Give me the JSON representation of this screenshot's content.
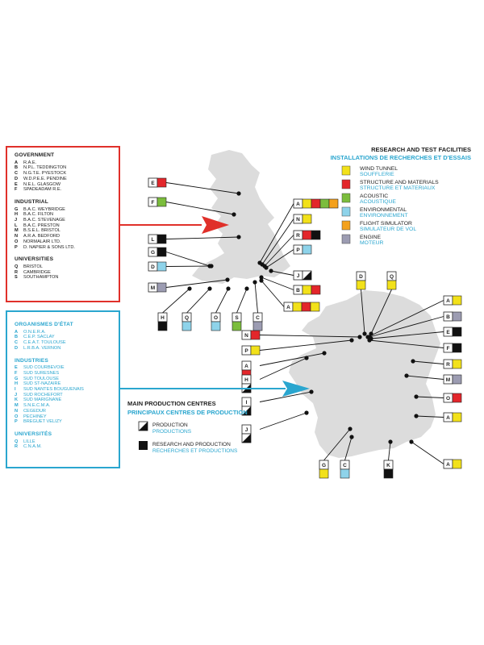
{
  "colors": {
    "wind_tunnel": "#f2e11a",
    "structure": "#e3262b",
    "acoustic": "#7bbd3c",
    "environmental": "#8ed3ea",
    "flight_sim": "#f4a11c",
    "engine": "#9c9cb2",
    "british_frame": "#e0302a",
    "french_frame": "#2aa6cf",
    "map": "#dcdcdc"
  },
  "facilities": {
    "title": "RESEARCH AND TEST FACILITIES",
    "title_fr": "INSTALLATIONS DE RECHERCHES ET D'ESSAIS",
    "items": [
      {
        "en": "WIND TUNNEL",
        "fr": "SOUFFLERIE",
        "color": "#f2e11a"
      },
      {
        "en": "STRUCTURE AND MATERIALS",
        "fr": "STRUCTURE ET MATERIAUX",
        "color": "#e3262b"
      },
      {
        "en": "ACOUSTIC",
        "fr": "ACOUSTIQUE",
        "color": "#7bbd3c"
      },
      {
        "en": "ENVIRONMENTAL",
        "fr": "ENVIRONNEMENT",
        "color": "#8ed3ea"
      },
      {
        "en": "FLIGHT SIMULATOR",
        "fr": "SIMULATEUR DE VOL",
        "color": "#f4a11c"
      },
      {
        "en": "ENGINE",
        "fr": "MOTEUR",
        "color": "#9c9cb2"
      }
    ]
  },
  "production": {
    "title": "MAIN PRODUCTION CENTRES",
    "title_fr": "PRINCIPAUX CENTRES DE PRODUCTION",
    "items": [
      {
        "en": "PRODUCTION",
        "fr": "PRODUCTIONS",
        "style": "half"
      },
      {
        "en": "RESEARCH AND PRODUCTION",
        "fr": "RECHERCHES ET PRODUCTIONS",
        "style": "black"
      }
    ]
  },
  "british_panel": {
    "groups": [
      {
        "heading": "GOVERNMENT",
        "rows": [
          {
            "k": "A",
            "v": "R.A.E."
          },
          {
            "k": "B",
            "v": "N.P.L. TEDDINGTON"
          },
          {
            "k": "C",
            "v": "N.G.T.E. PYESTOCK"
          },
          {
            "k": "D",
            "v": "W.D.P.E.E. PENDINE"
          },
          {
            "k": "E",
            "v": "N.E.L. GLASGOW"
          },
          {
            "k": "F",
            "v": "SPADEADAM R.E."
          }
        ]
      },
      {
        "heading": "INDUSTRIAL",
        "rows": [
          {
            "k": "G",
            "v": "B.A.C. WEYBRIDGE"
          },
          {
            "k": "H",
            "v": "B.A.C. FILTON"
          },
          {
            "k": "J",
            "v": "B.A.C. STEVENAGE"
          },
          {
            "k": "L",
            "v": "B.A.C. PRESTON"
          },
          {
            "k": "M",
            "v": "B.S.E.L. BRISTOL"
          },
          {
            "k": "N",
            "v": "A.R.A. BEDFORD"
          },
          {
            "k": "O",
            "v": "NORMALAIR LTD."
          },
          {
            "k": "P",
            "v": "D. NAPIER & SONS LTD."
          }
        ]
      },
      {
        "heading": "UNIVERSITIES",
        "rows": [
          {
            "k": "Q",
            "v": "BRISTOL"
          },
          {
            "k": "R",
            "v": "CAMBRIDGE"
          },
          {
            "k": "S",
            "v": "SOUTHAMPTON"
          }
        ]
      }
    ]
  },
  "french_panel": {
    "groups": [
      {
        "heading": "ORGANISMES D'ÉTAT",
        "rows": [
          {
            "k": "A",
            "v": "O.N.E.R.A."
          },
          {
            "k": "B",
            "v": "C.E.P. SACLAY"
          },
          {
            "k": "C",
            "v": "C.E.A.T. TOULOUSE"
          },
          {
            "k": "D",
            "v": "L.R.B.A. VERNON"
          }
        ]
      },
      {
        "heading": "INDUSTRIES",
        "rows": [
          {
            "k": "E",
            "v": "SUD COURBEVOIE"
          },
          {
            "k": "F",
            "v": "SUD SURESNES"
          },
          {
            "k": "G",
            "v": "SUD TOULOUSE"
          },
          {
            "k": "H",
            "v": "SUD ST-NAZAIRE"
          },
          {
            "k": "I",
            "v": "SUD NANTES BOUGUENAIS"
          },
          {
            "k": "J",
            "v": "SUD ROCHEFORT"
          },
          {
            "k": "K",
            "v": "SUD MARIGNANE"
          },
          {
            "k": "M",
            "v": "S.N.E.C.M.A."
          },
          {
            "k": "N",
            "v": "CEGEDUR"
          },
          {
            "k": "O",
            "v": "PECHINEY"
          },
          {
            "k": "P",
            "v": "BREGUET VELIZY"
          }
        ]
      },
      {
        "heading": "UNIVERSITÉS",
        "rows": [
          {
            "k": "Q",
            "v": "LILLE"
          },
          {
            "k": "R",
            "v": "C.N.A.M."
          }
        ]
      }
    ]
  },
  "uk_sites": [
    {
      "label": "E",
      "fill": [
        "#e3262b"
      ]
    },
    {
      "label": "F",
      "fill": [
        "#7bbd3c"
      ]
    },
    {
      "label": "L",
      "fill": [
        "black"
      ]
    },
    {
      "label": "G",
      "fill": [
        "black"
      ]
    },
    {
      "label": "D",
      "fill": [
        "#8ed3ea"
      ]
    },
    {
      "label": "M",
      "fill": [
        "#9c9cb2"
      ]
    },
    {
      "label": "A",
      "fill": [
        "#f2e11a",
        "#e3262b",
        "#7bbd3c",
        "#f4a11c"
      ]
    },
    {
      "label": "N",
      "fill": [
        "#f2e11a"
      ]
    },
    {
      "label": "R",
      "fill": [
        "#e3262b",
        "black"
      ]
    },
    {
      "label": "P",
      "fill": [
        "#8ed3ea"
      ]
    },
    {
      "label": "J",
      "fill": [
        "half"
      ]
    },
    {
      "label": "B",
      "fill": [
        "#f2e11a",
        "#e3262b"
      ]
    },
    {
      "label": "A",
      "fill": [
        "#f2e11a",
        "#e3262b",
        "#f2e11a"
      ]
    },
    {
      "label": "H",
      "fill": [
        "black"
      ]
    },
    {
      "label": "Q",
      "fill": [
        "#8ed3ea"
      ]
    },
    {
      "label": "O",
      "fill": [
        "#8ed3ea"
      ]
    },
    {
      "label": "S",
      "fill": [
        "#7bbd3c"
      ]
    },
    {
      "label": "C",
      "fill": [
        "#9c9cb2"
      ]
    }
  ],
  "fr_sites": [
    {
      "label": "D",
      "fill": [
        "#f2e11a"
      ]
    },
    {
      "label": "Q",
      "fill": [
        "#f2e11a"
      ]
    },
    {
      "label": "A",
      "fill": [
        "#f2e11a"
      ]
    },
    {
      "label": "B",
      "fill": [
        "#9c9cb2"
      ]
    },
    {
      "label": "E",
      "fill": [
        "black"
      ]
    },
    {
      "label": "F",
      "fill": [
        "black"
      ]
    },
    {
      "label": "R",
      "fill": [
        "#f2e11a"
      ]
    },
    {
      "label": "M",
      "fill": [
        "#9c9cb2"
      ]
    },
    {
      "label": "O",
      "fill": [
        "#e3262b"
      ]
    },
    {
      "label": "A",
      "fill": [
        "#f2e11a"
      ]
    },
    {
      "label": "A",
      "fill": [
        "#f2e11a"
      ]
    },
    {
      "label": "N",
      "fill": [
        "#e3262b"
      ]
    },
    {
      "label": "P",
      "fill": [
        "#f2e11a"
      ]
    },
    {
      "label": "A",
      "fill": [
        "#e3262b"
      ]
    },
    {
      "label": "H",
      "fill": [
        "half"
      ]
    },
    {
      "label": "I",
      "fill": [
        "half"
      ]
    },
    {
      "label": "J",
      "fill": [
        "half"
      ]
    },
    {
      "label": "G",
      "fill": [
        "#f2e11a"
      ]
    },
    {
      "label": "C",
      "fill": [
        "#8ed3ea"
      ]
    },
    {
      "label": "K",
      "fill": [
        "black"
      ]
    }
  ]
}
